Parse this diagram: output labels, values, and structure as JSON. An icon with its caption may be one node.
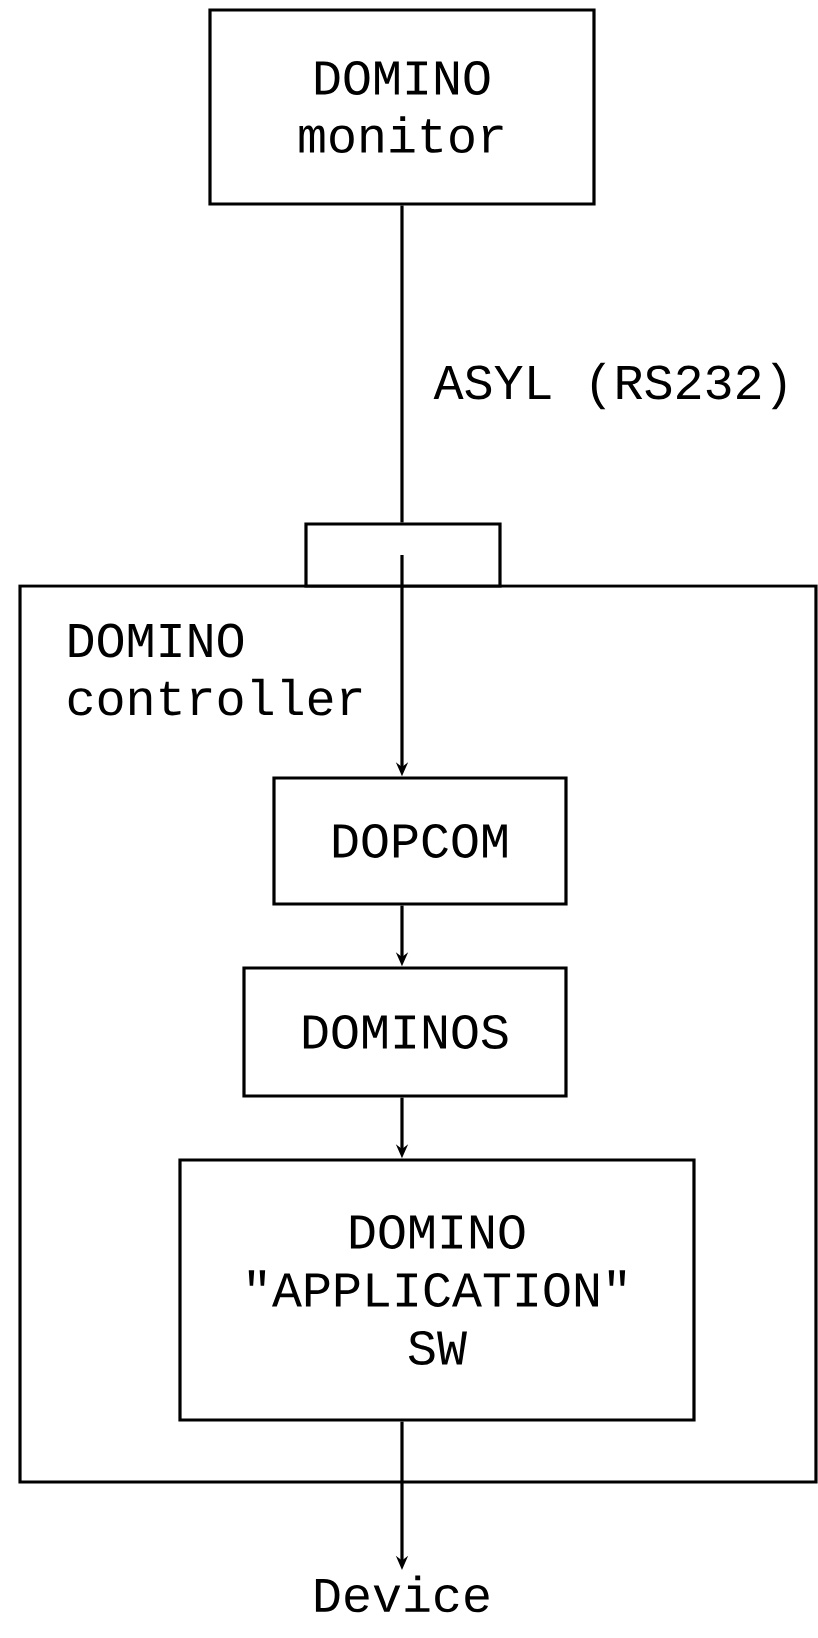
{
  "diagram": {
    "nodes": [
      {
        "text": [
          "DOMINO monitor"
        ]
      },
      {
        "text": [
          "DOMINO controller"
        ]
      },
      {
        "text": [],
        "shape": "box"
      },
      {
        "text": [
          "DOPCOM"
        ],
        "in": 1
      },
      {
        "text": [
          "DOMINOS"
        ],
        "in": 1
      },
      {
        "text": [
          "DOMINO \"APPLICATION\" SW"
        ],
        "in": 1
      },
      {
        "text": [
          "Device"
        ]
      }
    ],
    "edges": [
      {
        "from": 0,
        "to": 2,
        "arrow": "none",
        "label": "ASYL (RS232)"
      },
      {
        "from": 2,
        "to": 3,
        "arrow": "to"
      },
      {
        "from": 3,
        "to": 4,
        "arrow": "to"
      },
      {
        "from": 4,
        "to": 5,
        "arrow": "to"
      },
      {
        "from": 5,
        "to": 6,
        "arrow": "to"
      }
    ]
  }
}
